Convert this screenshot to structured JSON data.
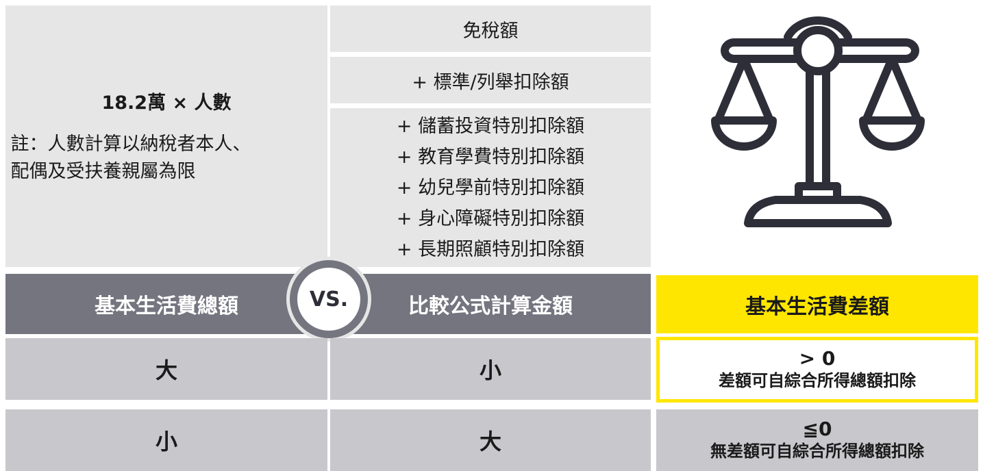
{
  "left_panel": {
    "formula": "18.2萬 × 人數",
    "note_line1": "註：人數計算以納稅者本人、",
    "note_line2": "配偶及受扶養親屬為限"
  },
  "middle_panel": {
    "tax_free": "免稅額",
    "standard_deduction": "+ 標準/列舉扣除額",
    "special_deductions": [
      "+ 儲蓄投資特別扣除額",
      "+ 教育學費特別扣除額",
      "+ 幼兒學前特別扣除額",
      "+ 身心障礙特別扣除額",
      "+ 長期照顧特別扣除額"
    ]
  },
  "header": {
    "left": "基本生活費總額",
    "vs": "VS.",
    "middle": "比較公式計算金額",
    "right": "基本生活費差額"
  },
  "rows": [
    {
      "left": "大",
      "middle": "小",
      "sign": "> 0",
      "description": "差額可自綜合所得總額扣除"
    },
    {
      "left": "小",
      "middle": "大",
      "sign": "≦0",
      "description": "無差額可自綜合所得總額扣除"
    }
  ],
  "colors": {
    "light_panel": "#e6e6e6",
    "row_gray": "#c7c7cc",
    "header_dark": "#757580",
    "highlight_yellow": "#ffe600",
    "icon_stroke": "#2e2e38"
  },
  "icons": {
    "scale": "balance-scale-icon"
  }
}
